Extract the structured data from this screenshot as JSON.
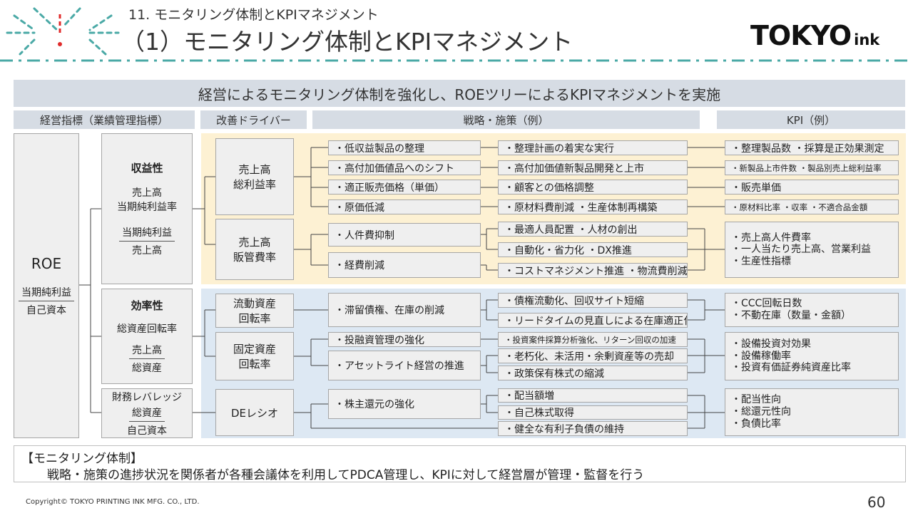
{
  "header": {
    "section": "11. モニタリング体制とKPIマネジメント",
    "title": "（1）モニタリング体制とKPIマネジメント",
    "logo_main": "TOKYO",
    "logo_sub": "ink"
  },
  "banner": "経営によるモニタリング体制を強化し、ROEツリーによるKPIマネジメントを実施",
  "columns": {
    "indicators": "経営指標（業績管理指標）",
    "drivers": "改善ドライバー",
    "strategies": "戦略・施策（例）",
    "kpi": "KPI（例）"
  },
  "roe": {
    "label": "ROE",
    "num": "当期純利益",
    "den": "自己資本"
  },
  "profitability": {
    "title": "収益性",
    "sub": "売上高\n当期純利益率",
    "num": "当期純利益",
    "den": "売上高"
  },
  "efficiency": {
    "title": "効率性",
    "sub": "総資産回転率",
    "num": "売上高",
    "den": "総資産"
  },
  "leverage": {
    "title": "財務レバレッジ",
    "num": "総資産",
    "den": "自己資本"
  },
  "drivers": {
    "d1": "売上高\n総利益率",
    "d2": "売上高\n販管費率",
    "d3": "流動資産\n回転率",
    "d4": "固定資産\n回転率",
    "d5": "DEレシオ"
  },
  "measures": {
    "m1": "・低収益製品の整理",
    "m2": "・高付加価値品へのシフト",
    "m3": "・適正販売価格（単価）",
    "m4": "・原価低減",
    "m5": "・人件費抑制",
    "m6": "・経費削減",
    "m7": "・滞留債権、在庫の削減",
    "m8": "・投融資管理の強化",
    "m9": "・アセットライト経営の推進",
    "m10": "・株主還元の強化"
  },
  "actions": {
    "a1": "・整理計画の着実な実行",
    "a2": "・高付加価値新製品開発と上市",
    "a3": "・顧客との価格調整",
    "a4": "・原材料費削減 ・生産体制再構築",
    "a5": "・最適人員配置 ・人材の創出",
    "a6": "・自動化・省力化 ・DX推進",
    "a7": "・コストマネジメント推進 ・物流費削減",
    "a8": "・債権流動化、回収サイト短縮",
    "a9": "・リードタイムの見直しによる在庫適正化",
    "a10": "・投資案件採算分析強化、リターン回収の加速",
    "a11": "・老朽化、未活用・余剰資産等の売却",
    "a12": "・政策保有株式の縮減",
    "a13": "・配当額増",
    "a14": "・自己株式取得",
    "a15": "・健全な有利子負債の維持"
  },
  "kpis": {
    "k1": "・整理製品数 ・採算是正効果測定",
    "k2": "・新製品上市件数 ・製品別売上総利益率",
    "k3": "・販売単価",
    "k4": "・原材料比率 ・収率 ・不適合品金額",
    "k5": "・売上高人件費率\n・一人当たり売上高、営業利益\n・生産性指標",
    "k6": "・CCC回転日数\n・不動在庫（数量・金額）",
    "k7": "・設備投資対効果\n・設備稼働率\n・投資有価証券純資産比率",
    "k8": "・配当性向\n・総還元性向\n・負債比率"
  },
  "monitoring": {
    "title": "【モニタリング体制】",
    "text": "戦略・施策の進捗状況を関係者が各種会議体を利用してPDCA管理し、KPIに対して経営層が管理・監督を行う"
  },
  "footer": {
    "copyright": "Copyright© TOKYO PRINTING INK MFG. CO., LTD.",
    "page": "60"
  },
  "colors": {
    "teal": "#4aa9a6",
    "red": "#e02b2b",
    "yellow_band": "#fdf1d3",
    "blue_band": "#dde8f3",
    "header_gray": "#d6dce4"
  }
}
